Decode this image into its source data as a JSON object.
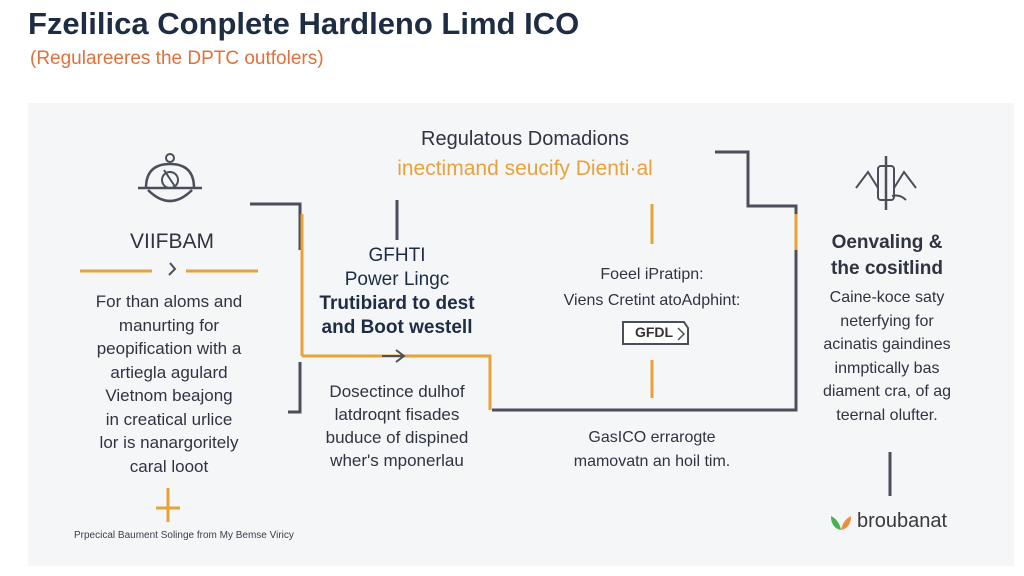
{
  "header": {
    "title": "Fzelilica Conplete Hardleno Limd ICO",
    "subtitle": "(Regulareeres the DPTC outfolers)"
  },
  "center_top": {
    "heading": "Regulatous Domadions",
    "subheading": "inectimand seucify Dienti·al"
  },
  "left_column": {
    "icon": "helmet-icon",
    "heading": "VIIFBAM",
    "body": [
      "For than aloms and",
      "manurting for",
      "peopification with a",
      "artiegla agulard",
      "Vietnom beajong",
      "in creatical urlice",
      "lor is nanargoritely",
      "caral looot"
    ],
    "footnote": "Prpecical Baument Solinge from My Bemse Viricy"
  },
  "middle_left": {
    "heading": [
      "GFHTI",
      "Power Lingc",
      "Trutibiard to dest",
      "and Boot westell"
    ],
    "body": [
      "Dosectince dulhof",
      "latdroqnt fisades",
      "buduce of dispined",
      "wher's mponerlau"
    ]
  },
  "middle_right": {
    "body": [
      "Foeel iPratipn:",
      "Viens Cretint atoAdphint:"
    ],
    "badge": "GFDL",
    "footer": [
      "GasICO errarogte",
      "mamovatn an hoil tim."
    ]
  },
  "right_column": {
    "icon": "scale-icon",
    "heading": [
      "Oenvaling &",
      "the cositlind"
    ],
    "body": [
      "Caine-koce saty",
      "neterfying for",
      "acinatis gaindines",
      "inmptically bas",
      "diament cra, of ag",
      "teernal olufter."
    ]
  },
  "logo": {
    "icon": "leaf-logo-icon",
    "text": "broubanat"
  },
  "colors": {
    "accent_orange": "#e8a23a",
    "line_gray": "#4a4f5a",
    "title_navy": "#1f2d44",
    "subtitle_orange": "#e2703a",
    "logo_green": "#4caf50",
    "logo_orange": "#e8913a"
  }
}
